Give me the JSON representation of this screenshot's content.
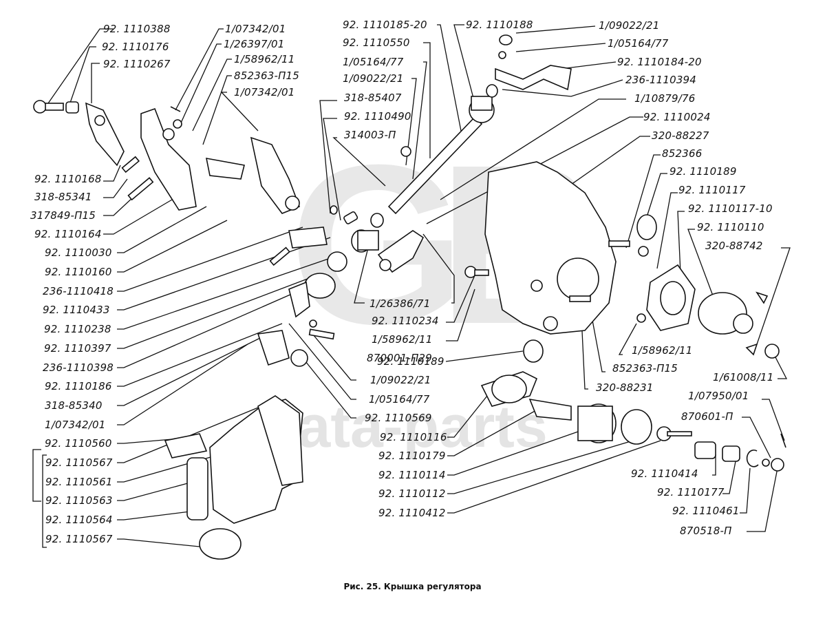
{
  "figure": {
    "caption": "Рис. 25. Крышка регулятора",
    "watermark": "data-parts",
    "watermark_logo": "GB"
  },
  "callouts": {
    "left_column": [
      "92. 1110388",
      "92. 1110176",
      "92. 1110267",
      "92. 1110168",
      "318-85341",
      "317849-П15",
      "92. 1110164",
      "92. 1110030",
      "92. 1110160",
      "236-1110418",
      "92. 1110433",
      "92. 1110238",
      "92. 1110397",
      "236-1110398",
      "92. 1110186",
      "318-85340",
      "1/07342/01",
      "92. 1110560",
      "92. 1110567",
      "92. 1110561",
      "92. 1110563",
      "92. 1110564",
      "92. 1110567"
    ],
    "upper_left": [
      "1/07342/01",
      "1/26397/01",
      "1/58962/11",
      "852363-П15",
      "1/07342/01"
    ],
    "upper_center": [
      "92. 1110185-20",
      "92. 1110550",
      "1/05164/77",
      "1/09022/21",
      "318-85407",
      "92. 1110490",
      "314003-П"
    ],
    "upper_right": [
      "92. 1110188",
      "1/09022/21",
      "1/05164/77",
      "92. 1110184-20",
      "236-1110394",
      "1/10879/76",
      "92. 1110024",
      "320-88227",
      "852366",
      "92. 1110189",
      "92. 1110117",
      "92. 1110117-10",
      "92. 1110110",
      "320-88742"
    ],
    "center": [
      "1/26386/71",
      "92. 1110234",
      "1/58962/11",
      "870001-П29",
      "92. 1110189",
      "1/09022/21",
      "1/05164/77",
      "92. 1110569"
    ],
    "lower_center": [
      "92. 1110116",
      "92. 1110179",
      "92. 1110114",
      "92. 1110112",
      "92. 1110412"
    ],
    "right_lower": [
      "1/58962/11",
      "852363-П15",
      "320-88231",
      "1/61008/11",
      "1/07950/01",
      "870601-П",
      "92. 1110414",
      "92. 1110177",
      "92. 1110461",
      "870518-П"
    ]
  }
}
